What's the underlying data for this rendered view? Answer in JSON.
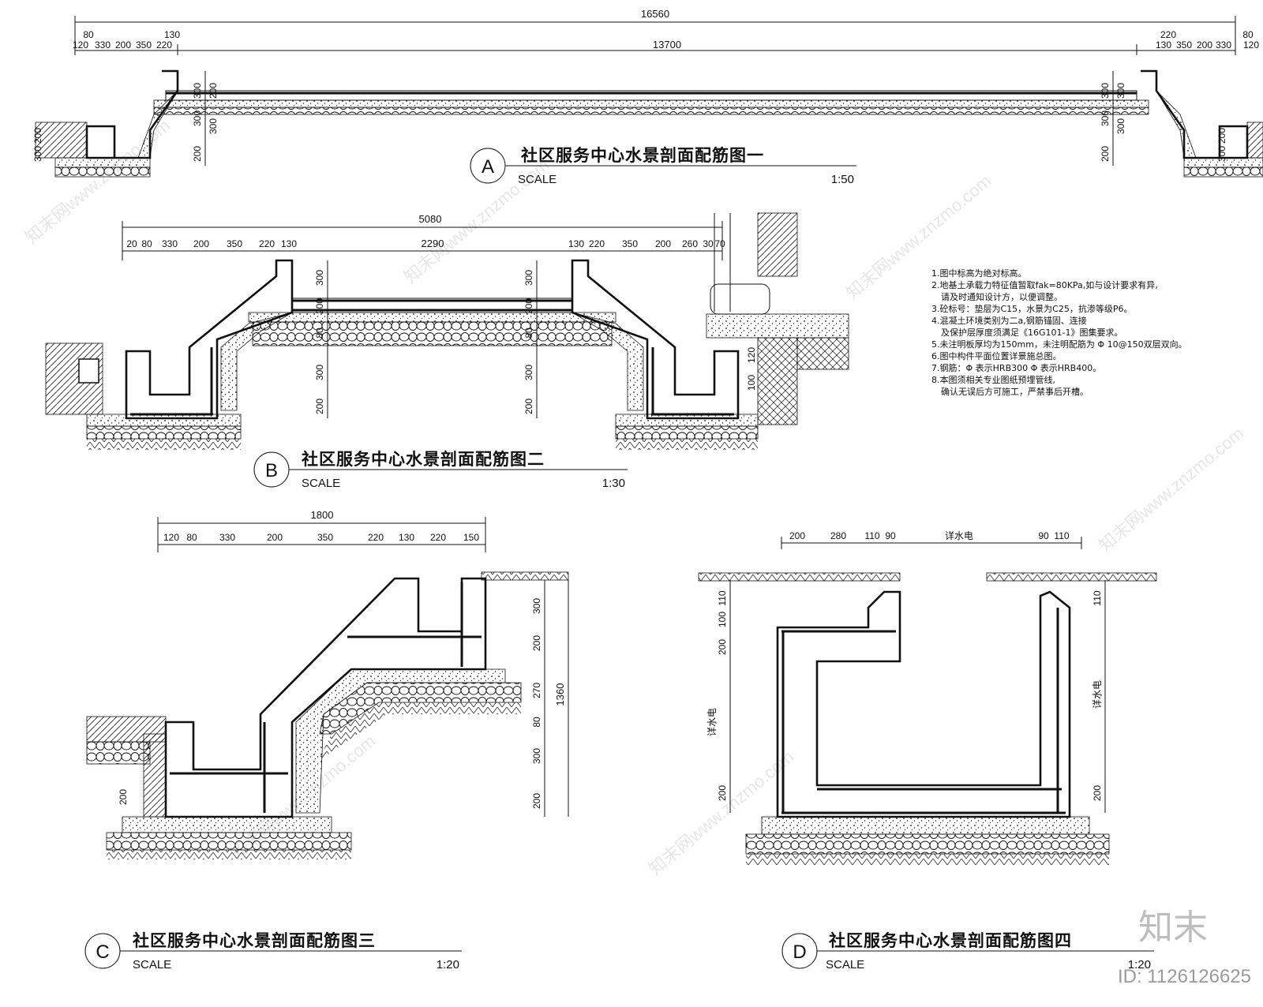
{
  "sections": [
    {
      "id": "A",
      "title": "社区服务中心水景剖面配筋图一",
      "scale_label": "SCALE",
      "ratio": "1:50",
      "dims_top": [
        "16560",
        "13700",
        "80",
        "130",
        "120",
        "330",
        "200",
        "350",
        "220",
        "220",
        "80",
        "130",
        "350",
        "200",
        "330",
        "120"
      ],
      "dims_side": [
        "300",
        "300",
        "200",
        "300",
        "200",
        "300",
        "200",
        "300",
        "300",
        "200",
        "300",
        "200",
        "300",
        "300"
      ]
    },
    {
      "id": "B",
      "title": "社区服务中心水景剖面配筋图二",
      "scale_label": "SCALE",
      "ratio": "1:30",
      "dims_top": [
        "5080",
        "20",
        "80",
        "330",
        "200",
        "350",
        "220",
        "130",
        "2290",
        "130",
        "220",
        "350",
        "200",
        "260",
        "30",
        "70"
      ],
      "dims_side": [
        "300",
        "200",
        "80",
        "300",
        "200",
        "300",
        "200",
        "80",
        "300",
        "200",
        "120",
        "100"
      ]
    },
    {
      "id": "C",
      "title": "社区服务中心水景剖面配筋图三",
      "scale_label": "SCALE",
      "ratio": "1:20",
      "dims_top": [
        "1800",
        "120",
        "80",
        "330",
        "200",
        "350",
        "220",
        "130",
        "220",
        "150"
      ],
      "dims_side": [
        "300",
        "200",
        "270",
        "80",
        "300",
        "200",
        "1360",
        "200"
      ]
    },
    {
      "id": "D",
      "title": "社区服务中心水景剖面配筋图四",
      "scale_label": "SCALE",
      "ratio": "1:20",
      "dims_top": [
        "200",
        "280",
        "110",
        "90",
        "详水电",
        "90",
        "110"
      ],
      "dims_side": [
        "110",
        "100",
        "200",
        "详水电",
        "200",
        "110",
        "详水电",
        "200"
      ]
    }
  ],
  "notes": [
    "1.图中标高为绝对标高。",
    "2.地基土承载力特征值暂取fak=80KPa,如与设计要求有异,",
    "请及时通知设计方，以便调整。",
    "3.砼标号：垫层为C15，水景为C25，抗渗等级P6。",
    "4.混凝土环境类别为二a,钢筋锚固、连接",
    "及保护层厚度须满足《16G101-1》图集要求。",
    "5.未注明板厚均为150mm，未注明配筋为 Φ 10@150双层双向。",
    "6.图中构件平面位置详景施总图。",
    "7.钢筋：Φ 表示HRB300  Φ 表示HRB400。",
    "8.本图须相关专业图纸预埋管线,",
    "确认无误后方可施工，严禁事后开槽。"
  ],
  "watermark": {
    "text": "知末网www.znzmo.com",
    "logo": "知末",
    "id_label": "ID: 1126126625"
  }
}
